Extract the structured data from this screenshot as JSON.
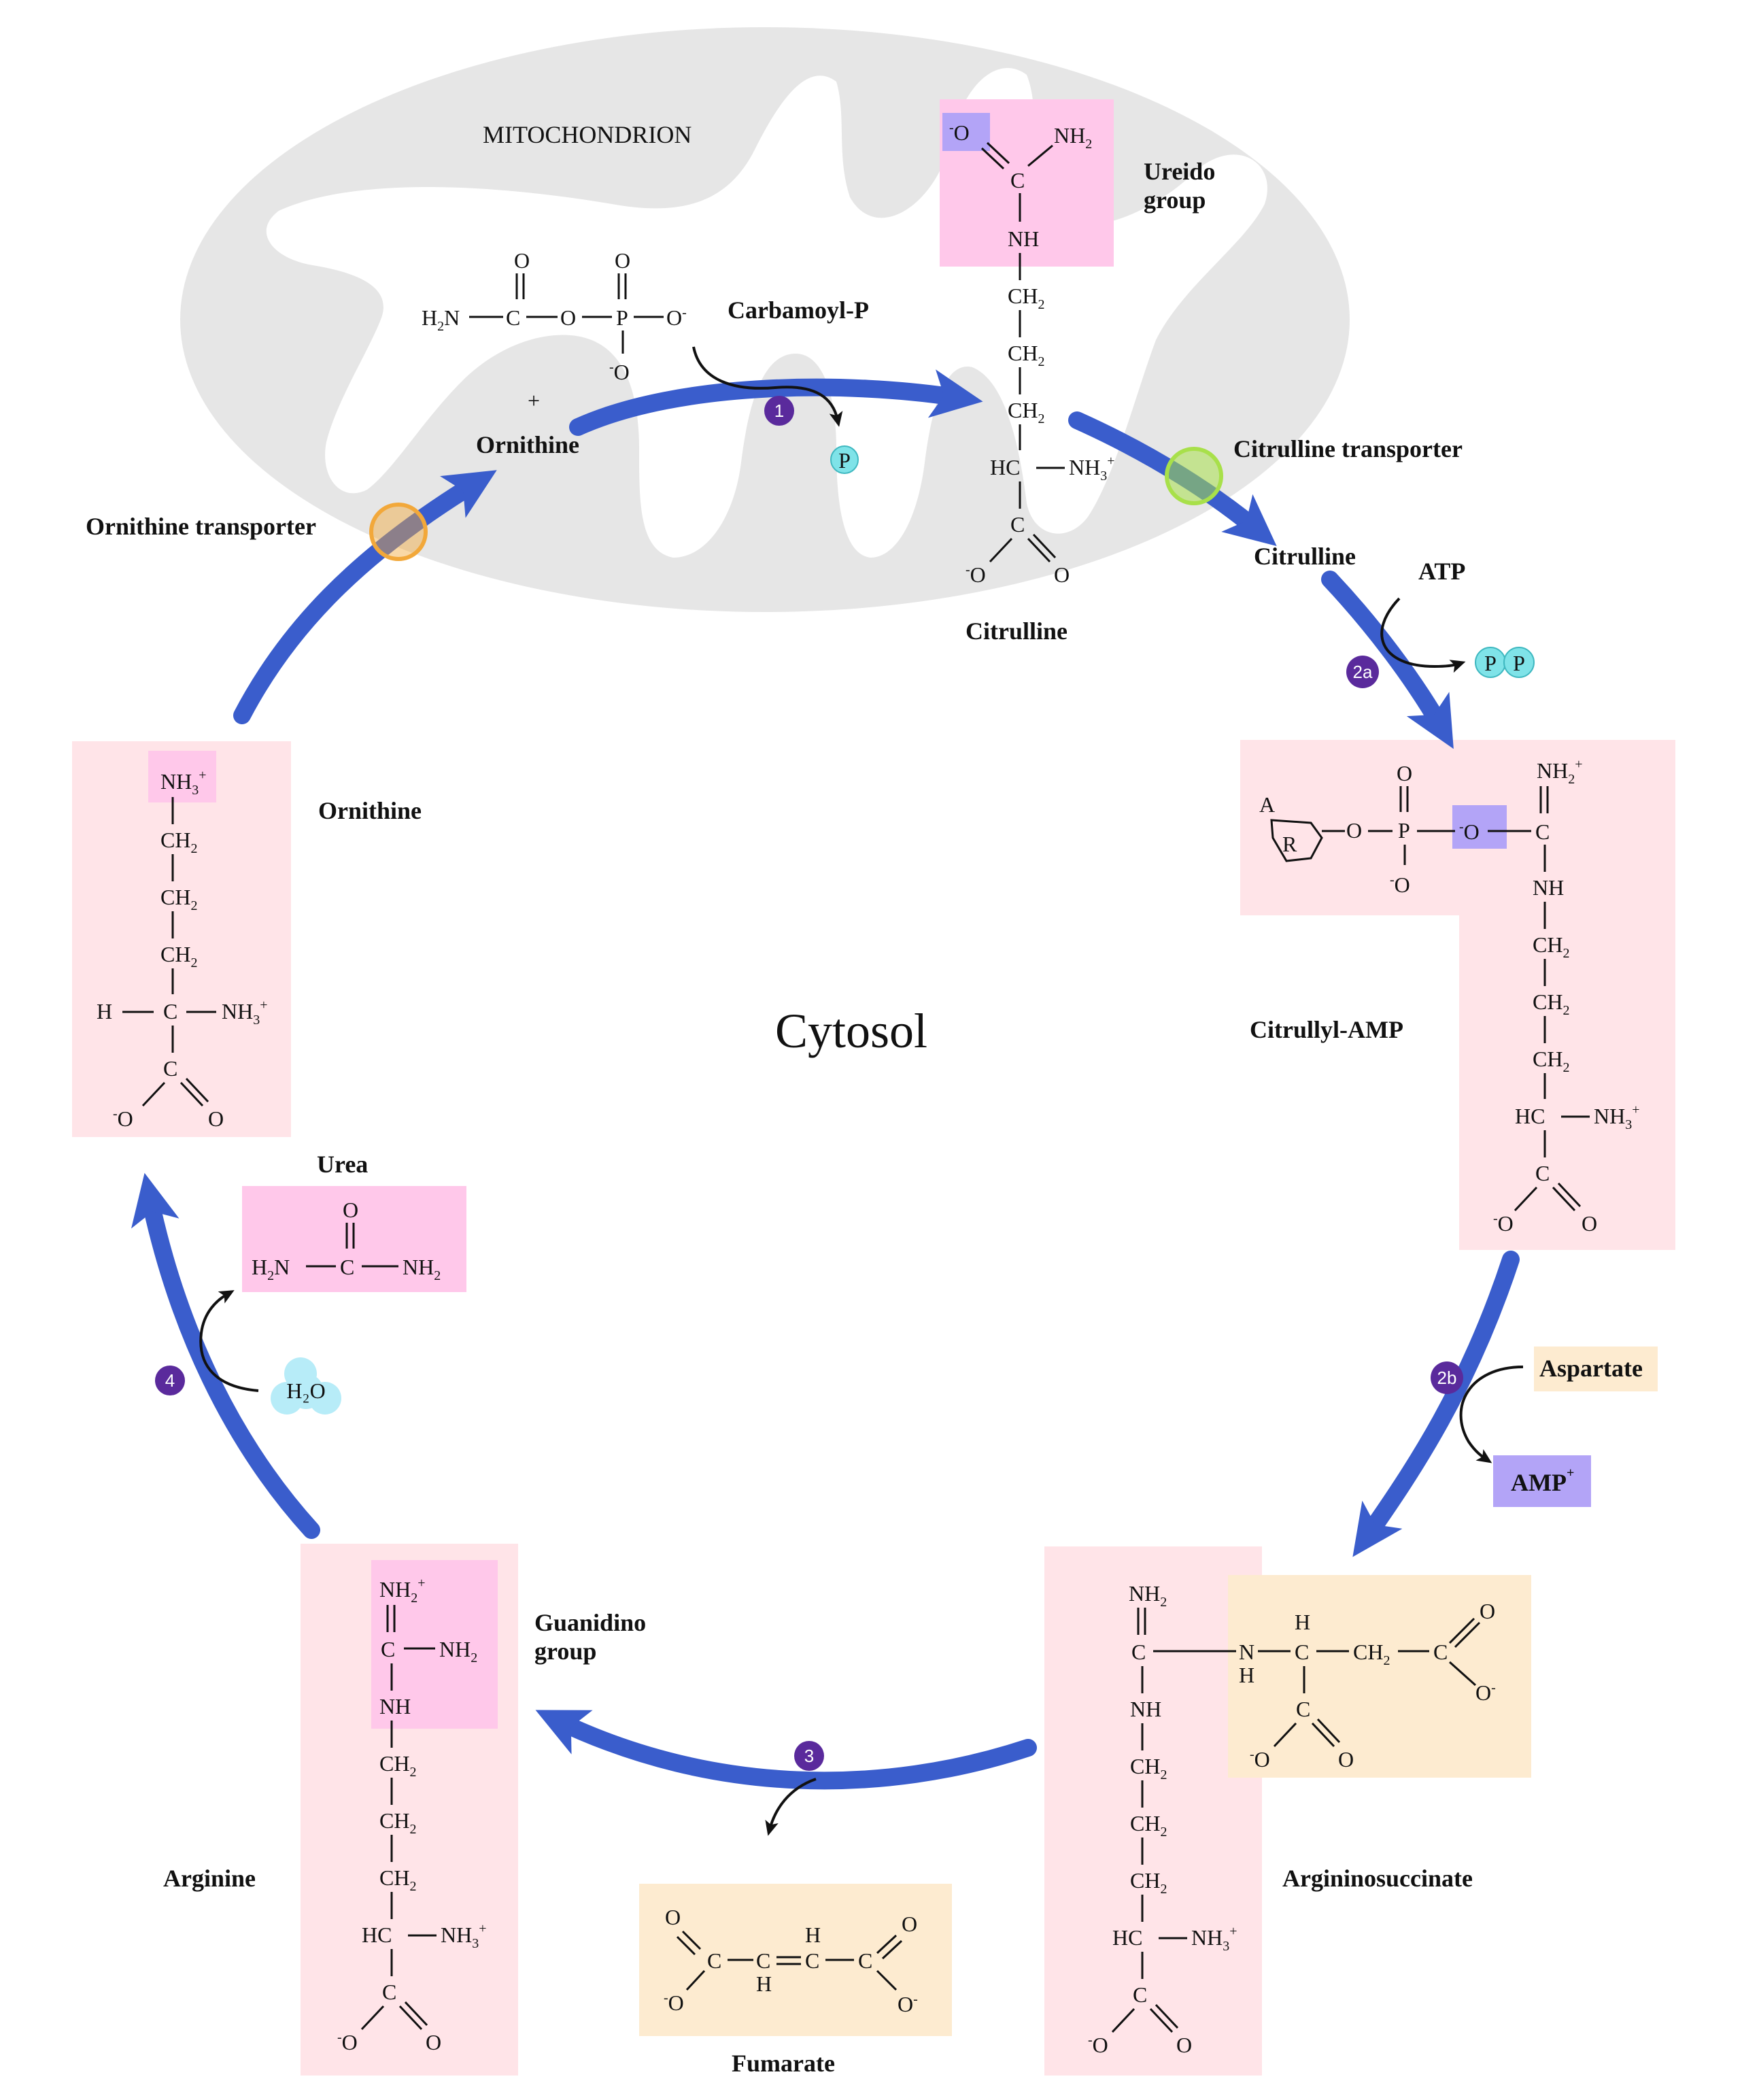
{
  "compartments": {
    "mitochondrion": "MITOCHONDRION",
    "cytosol": "Cytosol"
  },
  "labels": {
    "carbamoyl_p": "Carbamoyl-P",
    "plus": "+",
    "ornithine_mito": "Ornithine",
    "citrulline_mito": "Citrulline",
    "ureido_group_line1": "Ureido",
    "ureido_group_line2": "group",
    "citrulline_transporter": "Citrulline transporter",
    "citrulline_cyto": "Citrulline",
    "atp": "ATP",
    "citrullyl_amp": "Citrullyl-AMP",
    "aspartate": "Aspartate",
    "amp": "AMP",
    "amp_charge": "+",
    "argininosuccinate": "Argininosuccinate",
    "fumarate": "Fumarate",
    "arginine": "Arginine",
    "guanidino_group_line1": "Guanidino",
    "guanidino_group_line2": "group",
    "urea": "Urea",
    "water": "H₂O",
    "ornithine_cyto": "Ornithine",
    "ornithine_transporter": "Ornithine transporter",
    "phosphate": "P",
    "pyrophosphate_1": "P",
    "pyrophosphate_2": "P"
  },
  "steps": [
    "1",
    "2a",
    "2b",
    "3",
    "4"
  ],
  "colors": {
    "cycle_arrow": "#3a5dcc",
    "pink_box": "#ffe4e8",
    "magenta_highlight": "#ffc8ea",
    "purple_highlight": "#b3a4f7",
    "orange_box": "#fdebd0",
    "mitochondrion": "#e6e6e6",
    "step_badge": "#5a2a9c",
    "citrulline_transporter": "#a8e04a",
    "ornithine_transporter": "#f2a83a",
    "phosphate_ball": "#7fe3e8",
    "water_ball": "#b7ecf8"
  }
}
